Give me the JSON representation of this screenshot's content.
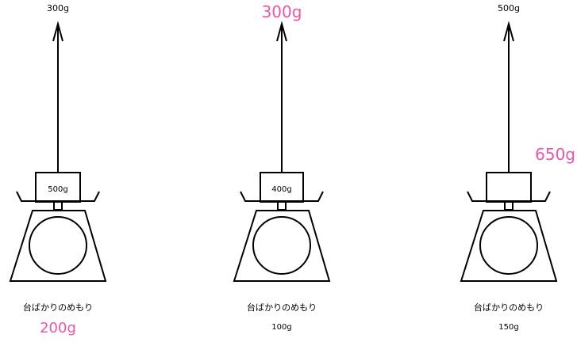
{
  "colors": {
    "line": "#000000",
    "highlight": "#ee55aa"
  },
  "scales": [
    {
      "force_label": "300g",
      "weight_label": "500g",
      "caption": "台ばかりのめもり",
      "reading": "200g"
    },
    {
      "force_label": "300g",
      "weight_label": "400g",
      "caption": "台ばかりのめもり",
      "reading": "100g"
    },
    {
      "force_label": "500g",
      "weight_label": "",
      "answer_label": "650g",
      "caption": "台ばかりのめもり",
      "reading": "150g"
    }
  ]
}
